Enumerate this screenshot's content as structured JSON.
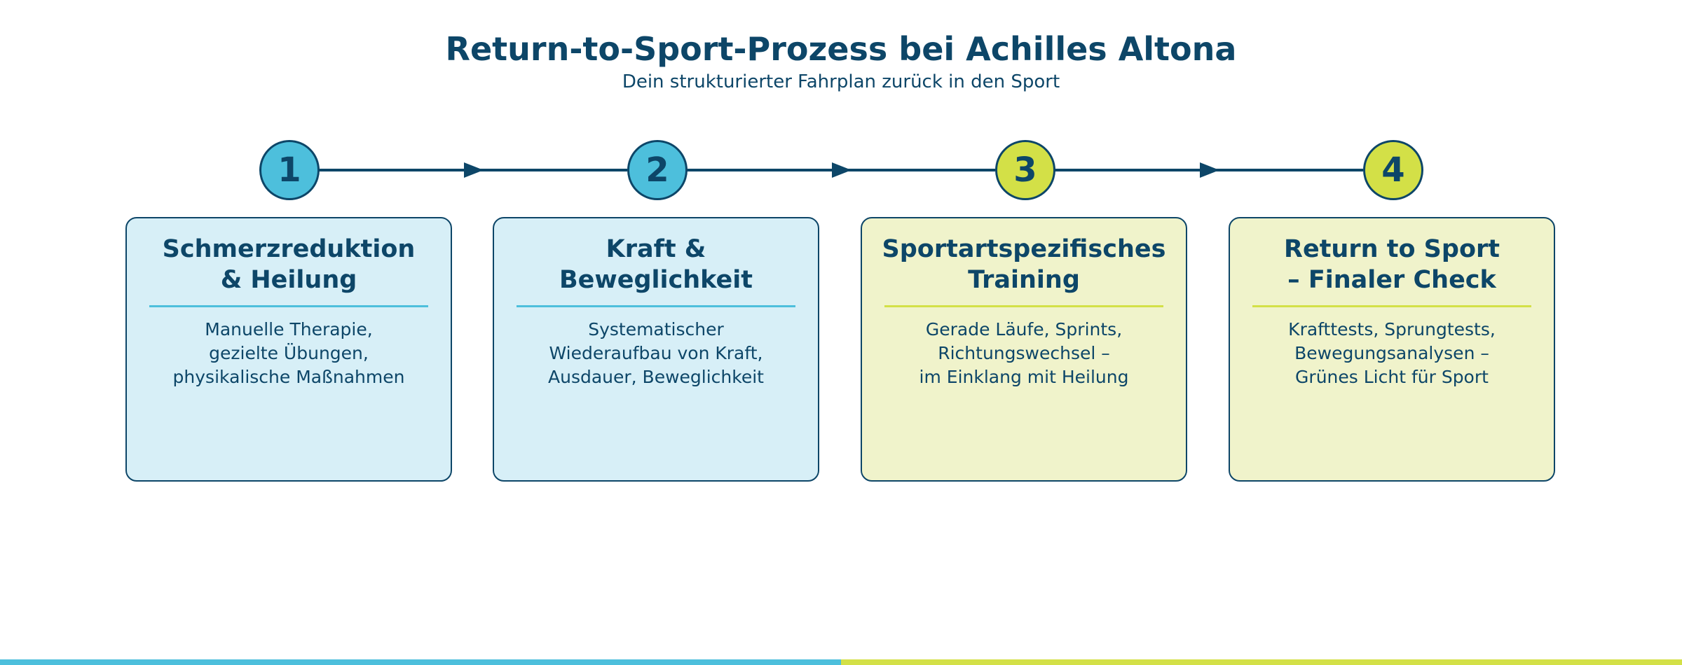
{
  "header": {
    "title": "Return-to-Sport-Prozess bei Achilles Altona",
    "subtitle": "Dein strukturierter Fahrplan zurück in den Sport"
  },
  "colors": {
    "navy": "#0d4668",
    "blue_accent": "#4dbfdc",
    "blue_fill": "#d7eff7",
    "lime_accent": "#d3e047",
    "lime_fill": "#f0f3cb"
  },
  "steps": [
    {
      "number": "1",
      "title": "Schmerzreduktion\n& Heilung",
      "description": "Manuelle Therapie,\ngezielte Übungen,\nphysikalische Maßnahmen"
    },
    {
      "number": "2",
      "title": "Kraft &\nBeweglichkeit",
      "description": "Systematischer\nWiederaufbau von Kraft,\nAusdauer, Beweglichkeit"
    },
    {
      "number": "3",
      "title": "Sportartspezifisches\nTraining",
      "description": "Gerade Läufe, Sprints,\nRichtungswechsel –\nim Einklang mit Heilung"
    },
    {
      "number": "4",
      "title": "Return to Sport\n– Finaler Check",
      "description": "Krafttests, Sprungtests,\nBewegungsanalysen –\nGrünes Licht für Sport"
    }
  ]
}
